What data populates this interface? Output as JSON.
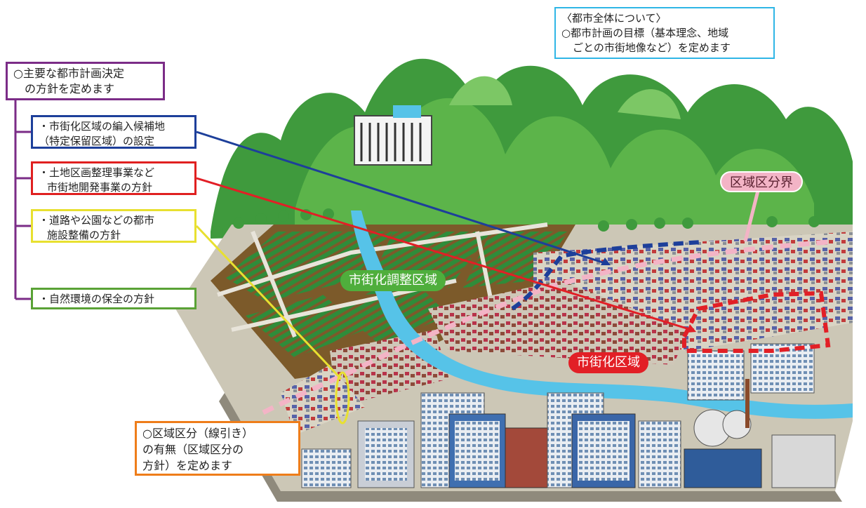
{
  "boxes": {
    "main_policy": {
      "line1": "○主要な都市計画決定",
      "line2": "の方針を定めます"
    },
    "reserve_area": {
      "line1": "・市街化区域の編入候補地",
      "line2": "（特定保留区域）の設定"
    },
    "land_readjustment": {
      "line1": "・土地区画整理事業など",
      "line2": "市街地開発事業の方針"
    },
    "facilities": {
      "line1": "・道路や公園などの都市",
      "line2": "施設整備の方針"
    },
    "environment": {
      "line1": "・自然環境の保全の方針"
    },
    "city_overall": {
      "line1": "〈都市全体について〉",
      "line2": "○都市計画の目標（基本理念、地域",
      "line3": "ごとの市街地像など）を定めます"
    },
    "zoning": {
      "line1": "○区域区分（線引き）",
      "line2": "の有無（区域区分の",
      "line3": "方針）を定めます"
    }
  },
  "labels": {
    "urbanization_control": "市街化調整区域",
    "urbanization_area": "市街化区域",
    "zone_boundary": "区域区分界"
  },
  "colors": {
    "purple": "#7b2c87",
    "blue": "#1d3f9a",
    "red": "#e21f26",
    "yellow": "#e8e030",
    "green": "#5aa236",
    "cyan": "#2fb6e6",
    "orange": "#ee7d1a",
    "pink": "#f3b4c6"
  }
}
